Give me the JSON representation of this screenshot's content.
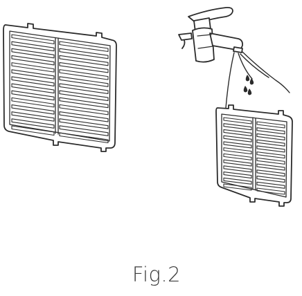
{
  "figure": {
    "caption": "Fig.2",
    "illustrations": [
      {
        "name": "filter-grille",
        "state": "removed"
      },
      {
        "name": "water-tap",
        "state": "running"
      },
      {
        "name": "filter-grille",
        "state": "being-rinsed"
      }
    ]
  },
  "style": {
    "line_color": "#2b2b2b",
    "background": "#ffffff"
  }
}
